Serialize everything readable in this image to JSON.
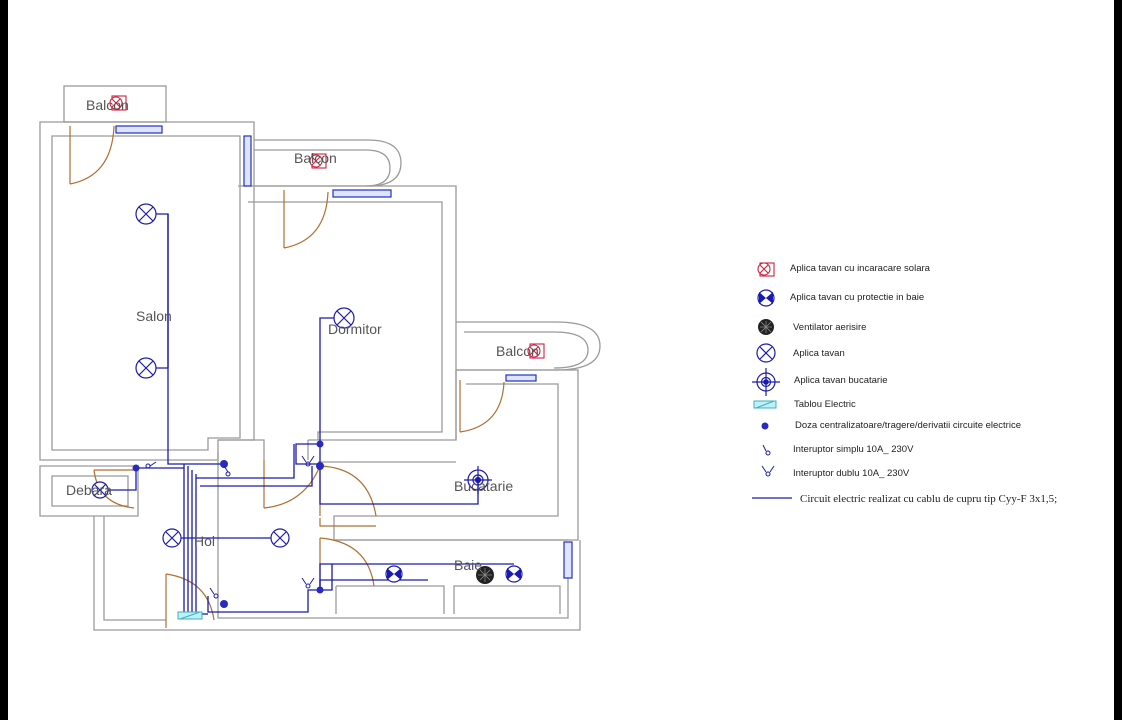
{
  "rooms": {
    "balcon_top": "Balcon",
    "balcon_mid": "Balcon",
    "balcon_right": "Balcon",
    "salon": "Salon",
    "dormitor": "Dormitor",
    "debara": "Debara",
    "hol": "Hol",
    "bucatarie": "Bucatarie",
    "baie": "Baie"
  },
  "legend": [
    {
      "icon": "solar-ceiling-light-icon",
      "label": "Aplica tavan cu incaracare solara"
    },
    {
      "icon": "bathroom-ceiling-light-icon",
      "label": "Aplica tavan cu protectie in baie"
    },
    {
      "icon": "ventilation-fan-icon",
      "label": "Ventilator aerisire"
    },
    {
      "icon": "ceiling-light-icon",
      "label": "Aplica tavan"
    },
    {
      "icon": "kitchen-ceiling-light-icon",
      "label": "Aplica tavan bucatarie"
    },
    {
      "icon": "electric-panel-icon",
      "label": "Tablou Electric"
    },
    {
      "icon": "junction-box-icon",
      "label": "Doza centralizatoare/tragere/derivatii circuite electrice"
    },
    {
      "icon": "single-switch-icon",
      "label": "Interuptor simplu 10A_ 230V"
    },
    {
      "icon": "double-switch-icon",
      "label": "Interuptor dublu 10A_ 230V"
    },
    {
      "icon": "circuit-line-icon",
      "label": "Circuit electric realizat cu cablu de cupru tip Cyy-F 3x1,5;"
    }
  ],
  "colors": {
    "wall": "#9a9a9a",
    "wire": "#1a1ab0",
    "door": "#b07030",
    "window": "#2030c0",
    "solar": "#d02040",
    "panel": "#40c0d0"
  }
}
